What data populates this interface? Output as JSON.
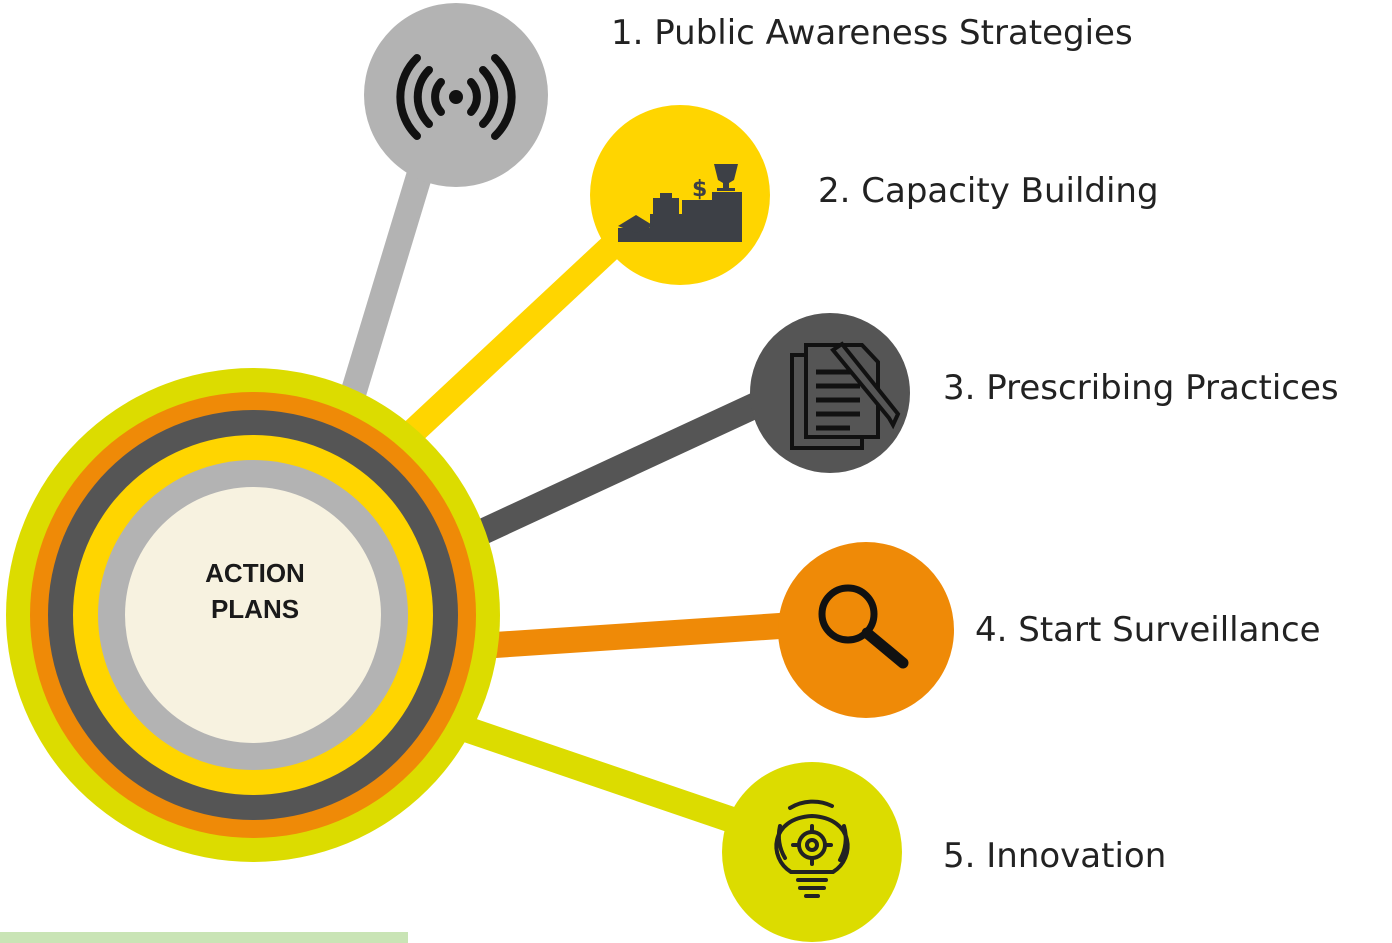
{
  "center": {
    "line1": "ACTION",
    "line2": "PLANS"
  },
  "items": [
    {
      "label": "1. Public Awareness Strategies",
      "icon": "broadcast-icon",
      "color": "#b3b3b3"
    },
    {
      "label": "2. Capacity Building",
      "icon": "career-steps-icon",
      "color": "#ffd500"
    },
    {
      "label": "3. Prescribing Practices",
      "icon": "document-pen-icon",
      "color": "#555555"
    },
    {
      "label": "4. Start Surveillance",
      "icon": "magnifier-icon",
      "color": "#ef8a07"
    },
    {
      "label": "5. Innovation",
      "icon": "lightbulb-gear-icon",
      "color": "#dcdc00"
    }
  ],
  "colors": {
    "ring_outer": "#dcdc00",
    "ring_orange": "#ef8a07",
    "ring_dark": "#555555",
    "ring_yellow": "#ffd500",
    "ring_gray": "#b3b3b3",
    "center_fill": "#f7f2e0",
    "footer_bar": "#c9e4b5"
  }
}
